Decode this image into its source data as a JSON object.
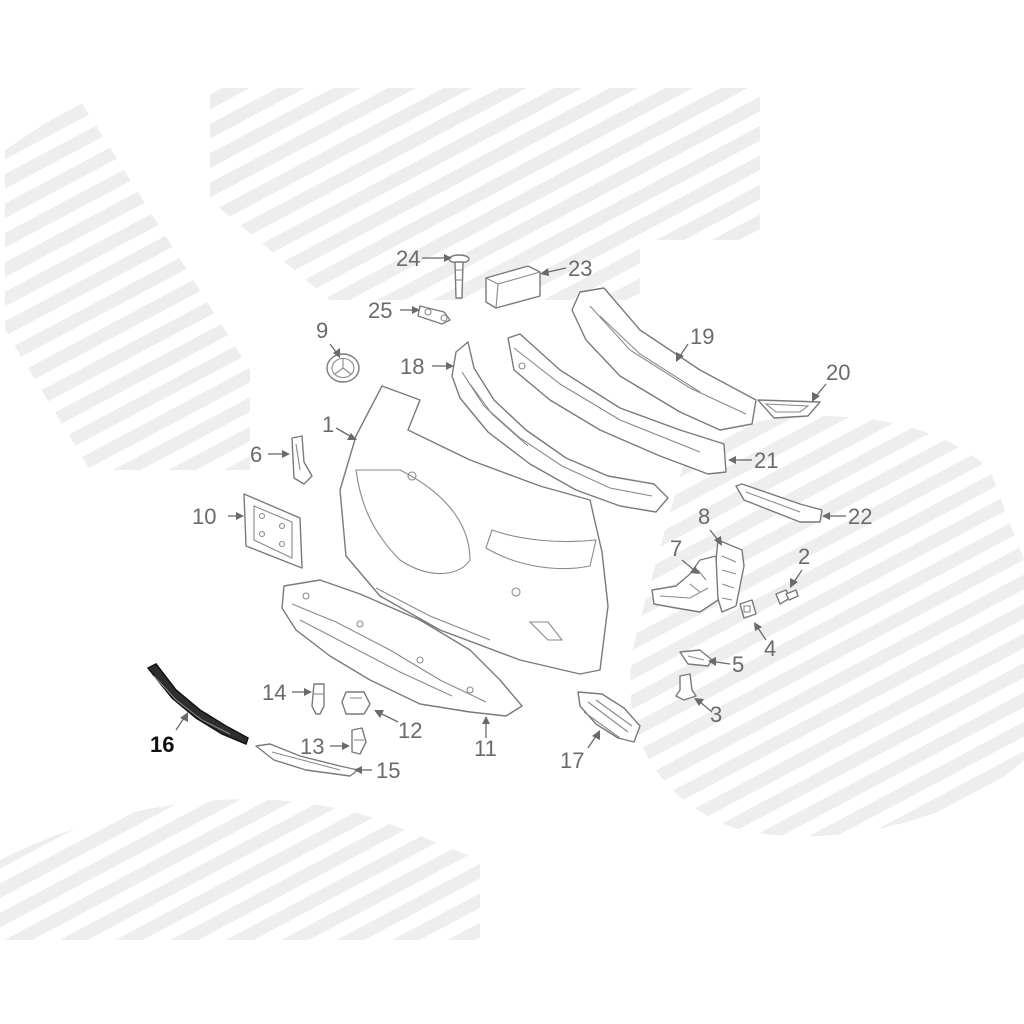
{
  "diagram": {
    "highlighted_part": "16",
    "callouts": [
      {
        "id": "c1",
        "label": "1"
      },
      {
        "id": "c2",
        "label": "2"
      },
      {
        "id": "c3",
        "label": "3"
      },
      {
        "id": "c4",
        "label": "4"
      },
      {
        "id": "c5",
        "label": "5"
      },
      {
        "id": "c6",
        "label": "6"
      },
      {
        "id": "c7",
        "label": "7"
      },
      {
        "id": "c8",
        "label": "8"
      },
      {
        "id": "c9",
        "label": "9"
      },
      {
        "id": "c10",
        "label": "10"
      },
      {
        "id": "c11",
        "label": "11"
      },
      {
        "id": "c12",
        "label": "12"
      },
      {
        "id": "c13",
        "label": "13"
      },
      {
        "id": "c14",
        "label": "14"
      },
      {
        "id": "c15",
        "label": "15"
      },
      {
        "id": "c16",
        "label": "16"
      },
      {
        "id": "c17",
        "label": "17"
      },
      {
        "id": "c18",
        "label": "18"
      },
      {
        "id": "c19",
        "label": "19"
      },
      {
        "id": "c20",
        "label": "20"
      },
      {
        "id": "c21",
        "label": "21"
      },
      {
        "id": "c22",
        "label": "22"
      },
      {
        "id": "c23",
        "label": "23"
      },
      {
        "id": "c24",
        "label": "24"
      },
      {
        "id": "c25",
        "label": "25"
      }
    ]
  }
}
